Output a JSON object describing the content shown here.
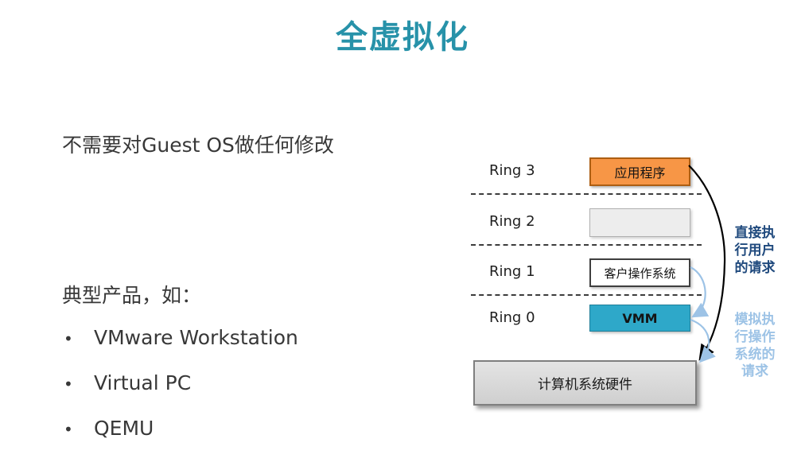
{
  "slide": {
    "title": "全虚拟化",
    "subtitle": "不需要对Guest OS做任何修改",
    "products_heading": "典型产品，如：",
    "bullet_char": "•",
    "products": [
      "VMware Workstation",
      "Virtual PC",
      "QEMU"
    ]
  },
  "diagram": {
    "rings": [
      {
        "label": "Ring 3",
        "box_text": "应用程序"
      },
      {
        "label": "Ring 2",
        "box_text": ""
      },
      {
        "label": "Ring 1",
        "box_text": "客户操作系统"
      },
      {
        "label": "Ring 0",
        "box_text": "VMM"
      }
    ],
    "hardware_label": "计算机系统硬件",
    "annotation_direct": "直接执行用户的请求",
    "annotation_simulated": "模拟执行操作系统的请求",
    "colors": {
      "title": "#2792A9",
      "app_box": "#F79646",
      "ring2_box": "#EDEDED",
      "guest_box": "#FFFFFF",
      "vmm_box": "#2EA8C9",
      "hardware_box": "#D9D9D9",
      "direct_arrow": "#000000",
      "simulated_arrow": "#9DC3E6",
      "annotation_direct_text": "#1F497D",
      "annotation_simulated_text": "#9DC3E6"
    }
  }
}
